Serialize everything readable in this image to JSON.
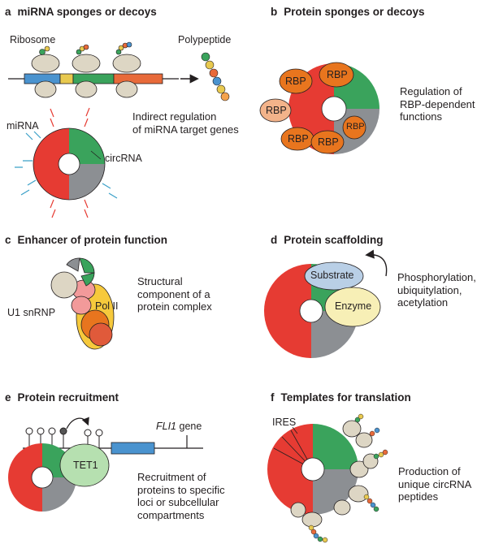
{
  "panels": {
    "a": {
      "letter": "a",
      "title": "miRNA sponges or decoys",
      "labels": {
        "ribosome": "Ribosome",
        "polypeptide": "Polypeptide",
        "mirna": "miRNA",
        "circrna": "circRNA"
      },
      "description": [
        "Indirect regulation",
        "of miRNA target genes"
      ]
    },
    "b": {
      "letter": "b",
      "title": "Protein sponges or decoys",
      "labels": {
        "rbp": "RBP"
      },
      "description": [
        "Regulation of",
        "RBP-dependent",
        "functions"
      ]
    },
    "c": {
      "letter": "c",
      "title": "Enhancer of protein function",
      "labels": {
        "u1": "U1 snRNP",
        "pol": "Pol II"
      },
      "description": [
        "Structural",
        "component of a",
        "protein complex"
      ]
    },
    "d": {
      "letter": "d",
      "title": "Protein scaffolding",
      "labels": {
        "substrate": "Substrate",
        "enzyme": "Enzyme"
      },
      "description": [
        "Phosphorylation,",
        "ubiquitylation,",
        "acetylation"
      ]
    },
    "e": {
      "letter": "e",
      "title": "Protein recruitment",
      "labels": {
        "tet1": "TET1",
        "gene_italic": "FLI1",
        "gene_suffix": " gene"
      },
      "description": [
        "Recruitment of",
        "proteins to specific",
        "loci or subcellular",
        "compartments"
      ]
    },
    "f": {
      "letter": "f",
      "title": "Templates for translation",
      "labels": {
        "ires": "IRES"
      },
      "description": [
        "Production of",
        "unique circRNA",
        "peptides"
      ]
    }
  },
  "colors": {
    "red": "#e63b33",
    "green": "#3aa35c",
    "gray": "#8c8f93",
    "ribosome": "#ddd6c4",
    "orange": "#e8751e",
    "peach": "#f3b38a",
    "blue_substrate": "#b9cfe6",
    "yellow": "#f6c93c",
    "pink": "#f29a9a",
    "enzyme": "#f7efb6",
    "tet1": "#b6e0b0",
    "exon_blue": "#4a93cf"
  }
}
